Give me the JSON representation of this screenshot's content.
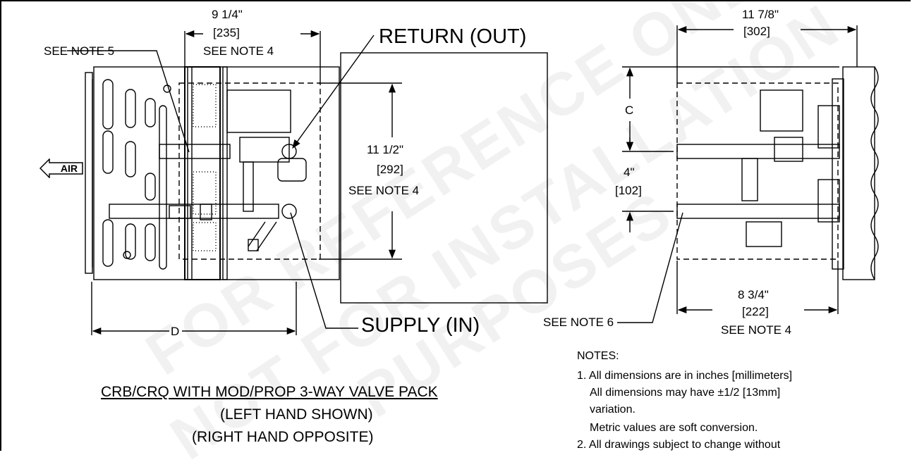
{
  "front": {
    "dim_width_in": "9 1/4\"",
    "dim_width_mm": "[235]",
    "dim_width_note": "SEE NOTE 4",
    "see_note_5": "SEE NOTE 5",
    "return_label": "RETURN (OUT)",
    "supply_label": "SUPPLY (IN)",
    "dim_height_in": "11 1/2\"",
    "dim_height_mm": "[292]",
    "dim_height_note": "SEE NOTE 4",
    "dim_d": "D",
    "air_label": "AIR"
  },
  "side": {
    "dim_width_in": "11 7/8\"",
    "dim_width_mm": "[302]",
    "dim_c": "C",
    "dim_spacing_in": "4\"",
    "dim_spacing_mm": "[102]",
    "see_note_6": "SEE NOTE 6",
    "dim_depth_in": "8 3/4\"",
    "dim_depth_mm": "[222]",
    "dim_depth_note": "SEE NOTE 4"
  },
  "title": {
    "line1": "CRB/CRQ WITH MOD/PROP 3-WAY VALVE PACK",
    "line2": "(LEFT HAND SHOWN)",
    "line3": "(RIGHT HAND OPPOSITE)"
  },
  "notes": {
    "heading": "NOTES:",
    "n1_a": "1. All dimensions are in inches [millimeters]",
    "n1_b": "All dimensions may have ±1/2 [13mm]",
    "n1_c": "variation.",
    "n1_d": "Metric values are soft conversion.",
    "n2_a": "2. All drawings subject to change without"
  },
  "watermark": {
    "line1": "FOR REFERENCE ONLY",
    "line2": "NOT FOR INSTALLATION",
    "line3": "PURPOSES"
  }
}
